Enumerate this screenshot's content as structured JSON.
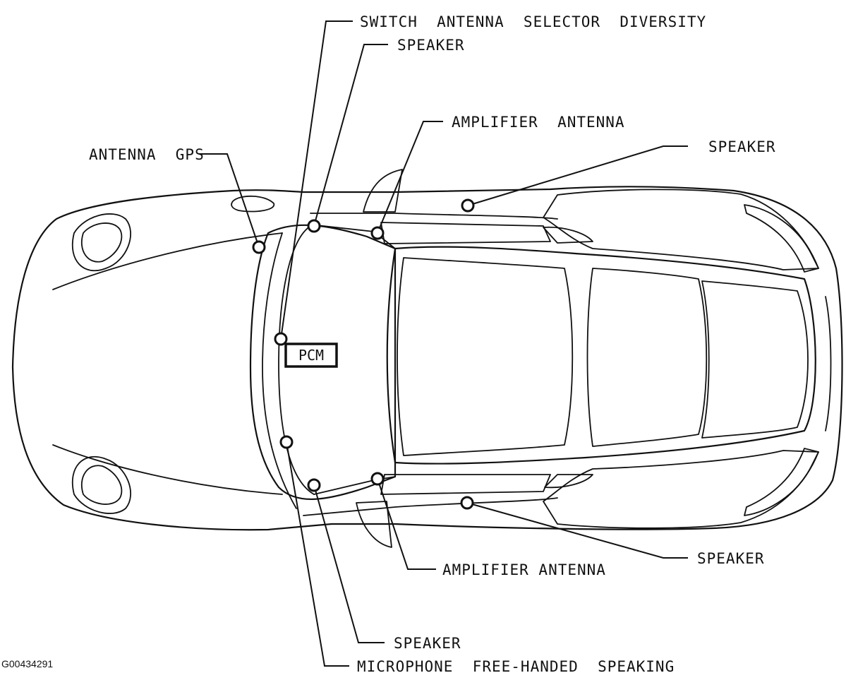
{
  "figure_id": "G00434291",
  "module": {
    "label": "PCM"
  },
  "labels": {
    "switch_antenna_selector": "SWITCH  ANTENNA  SELECTOR  DIVERSITY",
    "speaker_front_top": "SPEAKER",
    "amplifier_antenna_top": "AMPLIFIER  ANTENNA",
    "antenna_gps": "ANTENNA  GPS",
    "speaker_rear_top": "SPEAKER",
    "speaker_rear_bottom": "SPEAKER",
    "amplifier_antenna_bottom": "AMPLIFIER ANTENNA",
    "speaker_front_bottom": "SPEAKER",
    "microphone": "MICROPHONE  FREE-HANDED  SPEAKING"
  }
}
